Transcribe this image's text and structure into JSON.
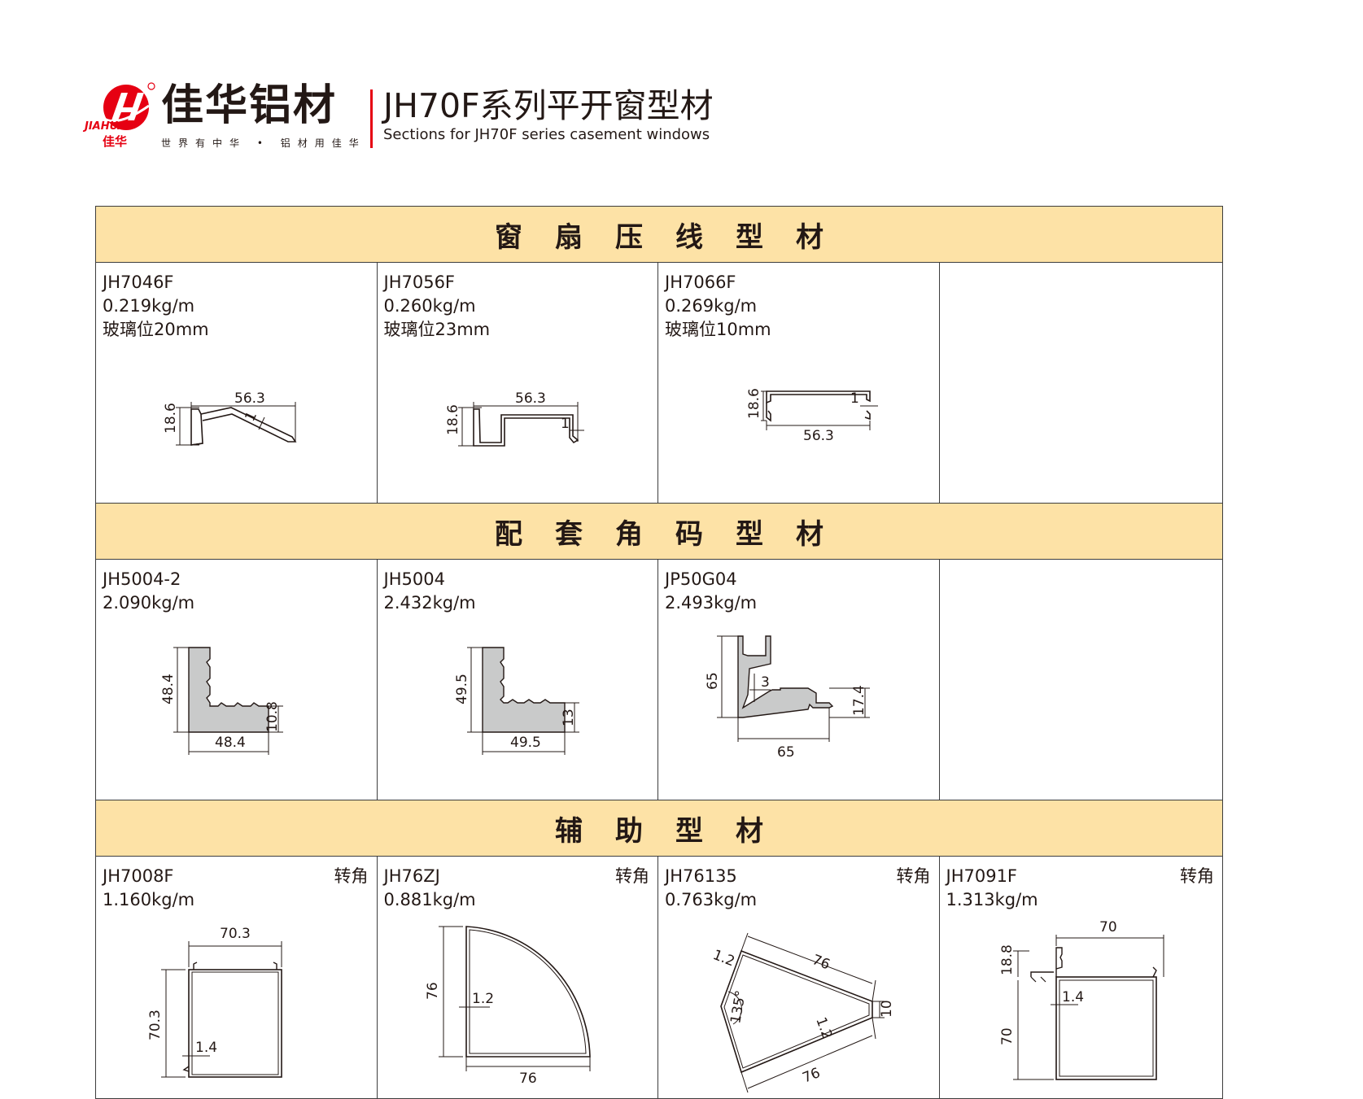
{
  "header": {
    "logo_text": "JIAHUA",
    "logo_cn": "佳华",
    "brand_cn": "佳华铝材",
    "slogan": "世界有中华 • 铝材用佳华",
    "title_cn": "JH70F系列平开窗型材",
    "title_en": "Sections for JH70F series casement windows",
    "accent_color": "#e60012",
    "band_color": "#fde2a6"
  },
  "sections": [
    {
      "title": "窗扇压线型材",
      "items": [
        {
          "code": "JH7046F",
          "weight": "0.219kg/m",
          "glass": "玻璃位20mm",
          "dims": [
            "56.3",
            "18.6",
            "1"
          ]
        },
        {
          "code": "JH7056F",
          "weight": "0.260kg/m",
          "glass": "玻璃位23mm",
          "dims": [
            "56.3",
            "18.6",
            "1"
          ]
        },
        {
          "code": "JH7066F",
          "weight": "0.269kg/m",
          "glass": "玻璃位10mm",
          "dims": [
            "56.3",
            "18.6",
            "1"
          ]
        }
      ]
    },
    {
      "title": "配套角码型材",
      "items": [
        {
          "code": "JH5004-2",
          "weight": "2.090kg/m",
          "dims": [
            "48.4",
            "48.4",
            "10.8"
          ]
        },
        {
          "code": "JH5004",
          "weight": "2.432kg/m",
          "dims": [
            "49.5",
            "49.5",
            "13"
          ]
        },
        {
          "code": "JP50G04",
          "weight": "2.493kg/m",
          "dims": [
            "65",
            "65",
            "3",
            "17.4"
          ]
        }
      ]
    },
    {
      "title": "辅助型材",
      "items": [
        {
          "code": "JH7008F",
          "weight": "1.160kg/m",
          "tag": "转角",
          "dims": [
            "70.3",
            "70.3",
            "1.4"
          ]
        },
        {
          "code": "JH76ZJ",
          "weight": "0.881kg/m",
          "tag": "转角",
          "dims": [
            "76",
            "76",
            "1.2"
          ]
        },
        {
          "code": "JH76135",
          "weight": "0.763kg/m",
          "tag": "转角",
          "dims": [
            "76",
            "76",
            "1.2",
            "1.2",
            "135°",
            "10"
          ]
        },
        {
          "code": "JH7091F",
          "weight": "1.313kg/m",
          "tag": "转角",
          "dims": [
            "70",
            "18.8",
            "1.4",
            "70"
          ]
        }
      ]
    }
  ]
}
